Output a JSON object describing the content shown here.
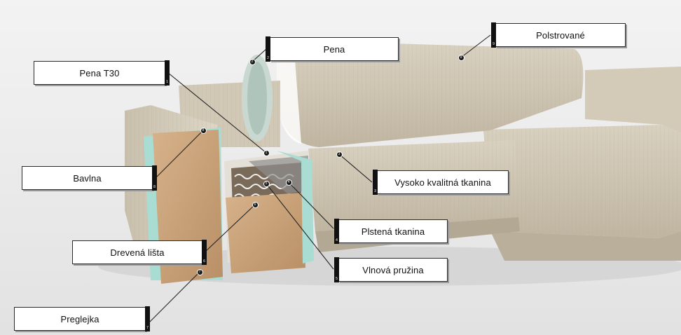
{
  "labels": [
    {
      "id": "1",
      "text": "Pena T30"
    },
    {
      "id": "2",
      "text": "Pena"
    },
    {
      "id": "9",
      "text": "Polstrované"
    },
    {
      "id": "8",
      "text": "Bavlna"
    },
    {
      "id": "3",
      "text": "Vysoko kvalitná tkanina"
    },
    {
      "id": "4",
      "text": "Plstená tkanina"
    },
    {
      "id": "6",
      "text": "Drevená lišta"
    },
    {
      "id": "5",
      "text": "Vlnová pružina"
    },
    {
      "id": "7",
      "text": "Preglejka"
    }
  ],
  "colors": {
    "fabric": "#cfc6b3",
    "fabric_shadow": "#b5ab97",
    "wood": "#c9a37c",
    "foam_blue": "#a9dcd2",
    "callout_border": "#2a2a2a"
  }
}
